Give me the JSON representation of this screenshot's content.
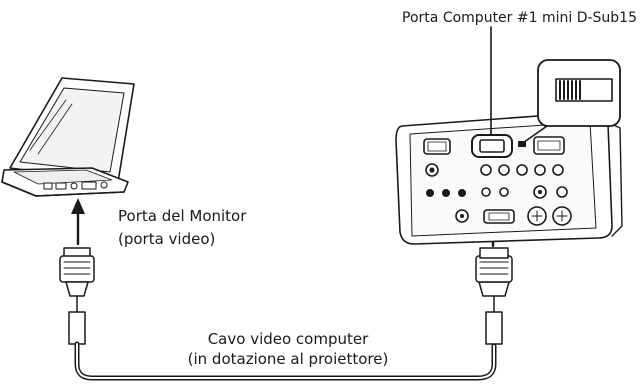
{
  "labels": {
    "computer_port": "Porta Computer #1 mini D-Sub15",
    "monitor_port_line1": "Porta del Monitor",
    "monitor_port_line2": "(porta video)",
    "cable_line1": "Cavo video computer",
    "cable_line2": "(in dotazione al proiettore)"
  },
  "icons": {
    "laptop": "laptop-icon",
    "projector": "projector-back-panel-icon",
    "connector": "vga-d-sub-connector-icon",
    "switch": "slide-switch-icon",
    "arrow": "arrow-up-icon"
  },
  "colors": {
    "line": "#1a1a1a",
    "fill": "#ffffff",
    "shade": "#e6e6e6"
  }
}
